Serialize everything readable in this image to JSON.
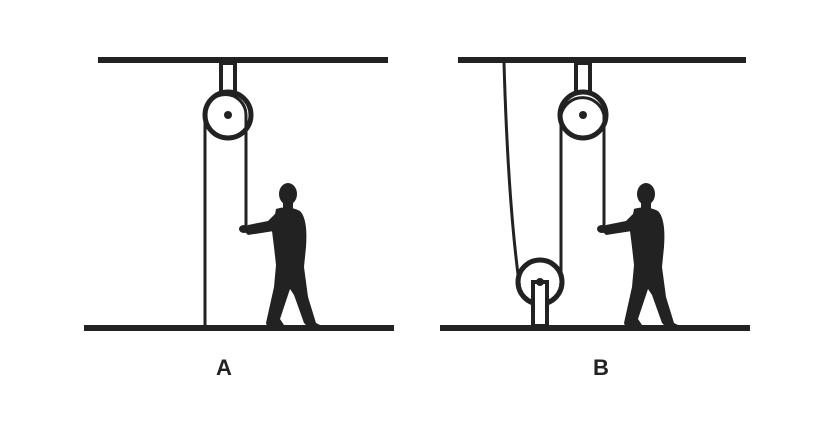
{
  "colors": {
    "ink": "#222222",
    "background": "#ffffff"
  },
  "panels": [
    {
      "label": "A",
      "pulley_count": 1,
      "description_icon": "single-fixed-pulley"
    },
    {
      "label": "B",
      "pulley_count": 2,
      "description_icon": "fixed-and-movable-pulley"
    }
  ]
}
